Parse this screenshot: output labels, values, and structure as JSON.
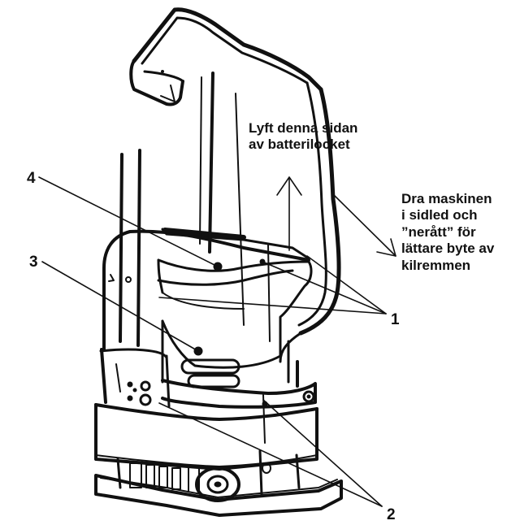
{
  "instructions": {
    "lift_lines": [
      "Lyft denna sidan",
      "av batterilocket"
    ],
    "pull_lines": [
      "Dra maskinen",
      "i sidled  och",
      "”nerått” för",
      "lättare byte av",
      "kilremmen"
    ]
  },
  "callouts": {
    "n1": "1",
    "n2": "2",
    "n3": "3",
    "n4": "4"
  }
}
